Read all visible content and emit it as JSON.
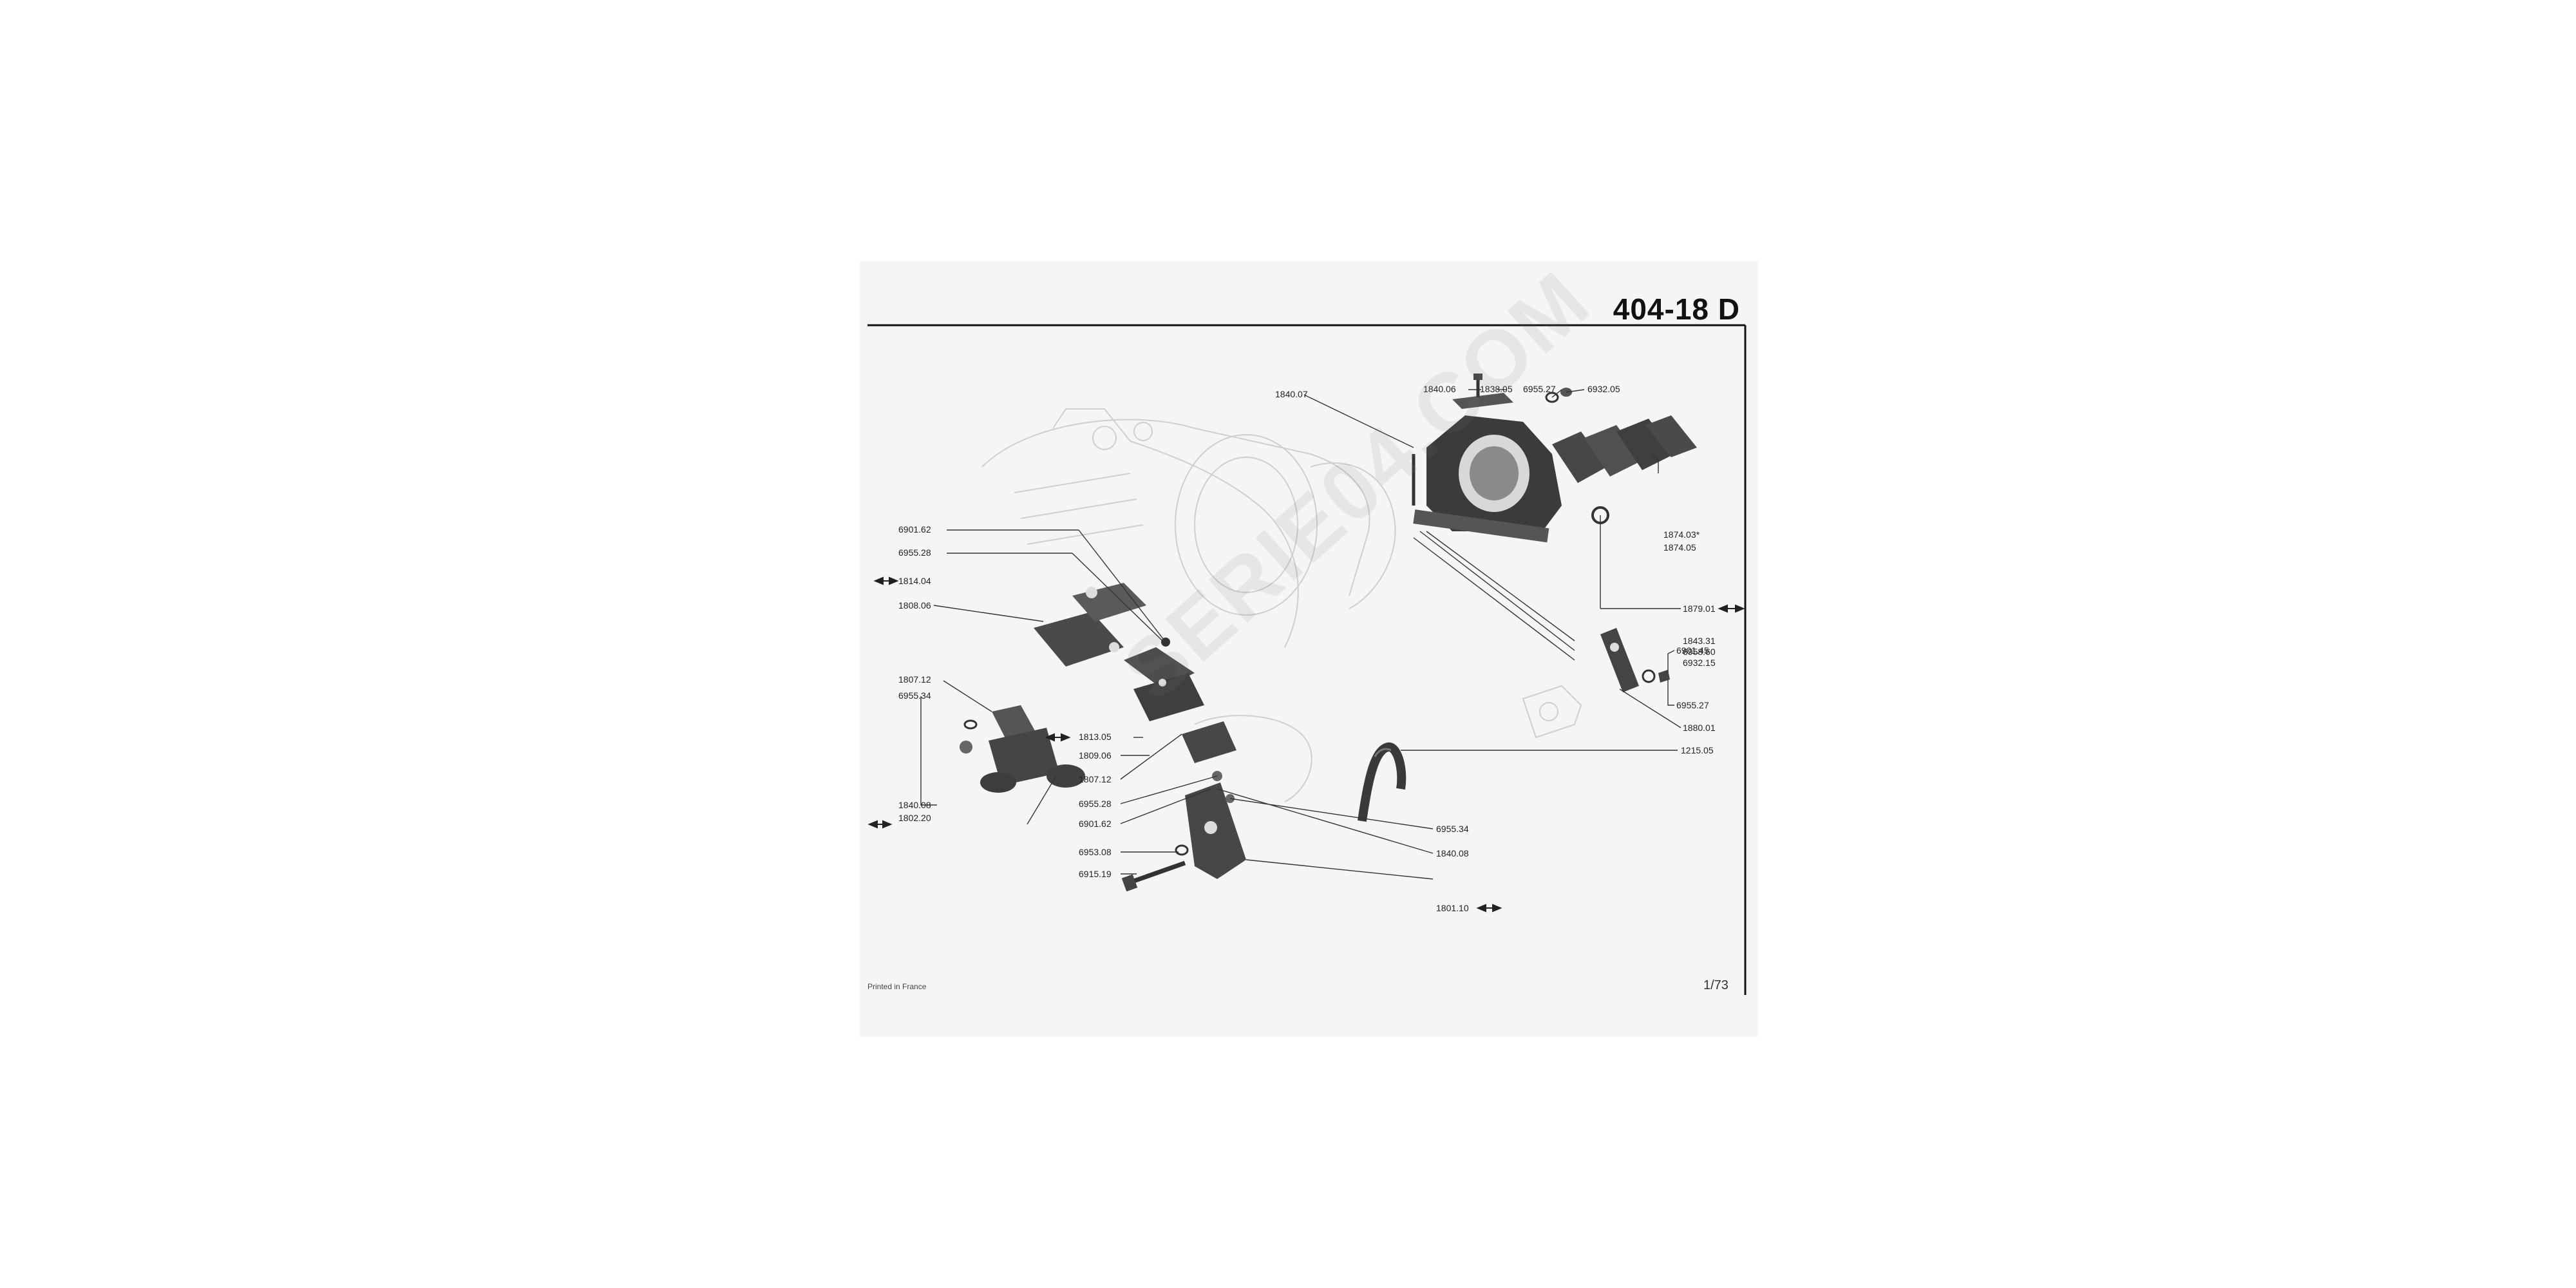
{
  "header": {
    "title": "404-18 D"
  },
  "footer": {
    "printed": "Printed in France",
    "page": "1/73"
  },
  "watermark": "SERIE04.COM",
  "labels": {
    "p1840_07": "1840.07",
    "p1840_06": "1840.06",
    "p1838_05": "1838.05",
    "p6955_27_top": "6955.27",
    "p6932_05": "6932.05",
    "p6901_62_top": "6901.62",
    "p6955_28_top": "6955.28",
    "p1814_04": "1814.04",
    "p1808_06": "1808.06",
    "p1874_03": "1874.03*",
    "p1874_05": "1874.05",
    "p1879_01": "1879.01",
    "p1843_31": "1843.31",
    "p6958_60": "6958.60",
    "p6932_15": "6932.15",
    "p6901_45": "6901.45",
    "p6955_27_right": "6955.27",
    "p1880_01": "1880.01",
    "p1807_12_left": "1807.12",
    "p6955_34_left": "6955.34",
    "p1813_05": "1813.05",
    "p1809_06": "1809.06",
    "p1807_12_mid": "1807.12",
    "p1215_05": "1215.05",
    "p1840_08_left": "1840.08",
    "p1802_20": "1802.20",
    "p6955_28_bottom": "6955.28",
    "p6901_62_bottom": "6901.62",
    "p6953_08": "6953.08",
    "p6915_19": "6915.19",
    "p6955_34_right": "6955.34",
    "p1840_08_right": "1840.08",
    "p1801_10": "1801.10"
  }
}
